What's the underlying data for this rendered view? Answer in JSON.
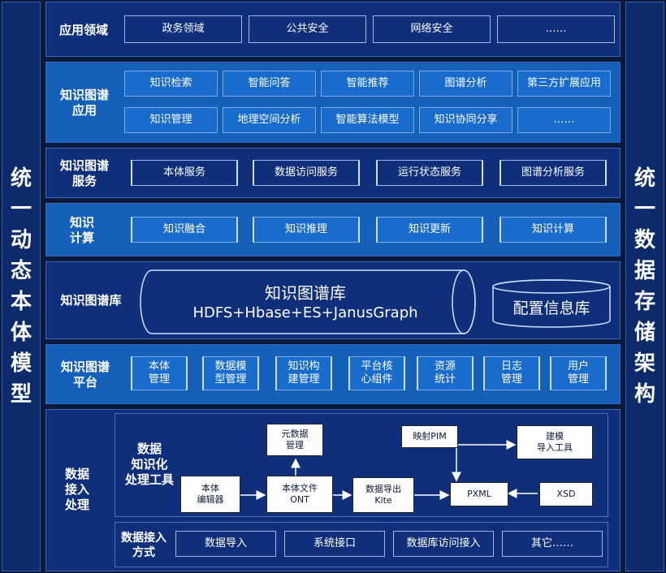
{
  "left_column": {
    "chars": [
      "统",
      "一",
      "动",
      "态",
      "本",
      "体",
      "模",
      "型"
    ]
  },
  "right_column": {
    "chars": [
      "统",
      "一",
      "数",
      "据",
      "存",
      "储",
      "架",
      "构"
    ]
  },
  "app_domain": {
    "label": "应用领域",
    "items": [
      "政务领域",
      "公共安全",
      "网络安全",
      "……"
    ]
  },
  "kg_app": {
    "label_lines": [
      "知识图谱",
      "应用"
    ],
    "row1": [
      "知识检索",
      "智能问答",
      "智能推荐",
      "图谱分析",
      "第三方扩展应用"
    ],
    "row2": [
      "知识管理",
      "地理空间分析",
      "智能算法模型",
      "知识协同分享",
      "……"
    ]
  },
  "kg_service": {
    "label_lines": [
      "知识图谱",
      "服务"
    ],
    "items": [
      "本体服务",
      "数据访问服务",
      "运行状态服务",
      "图谱分析服务"
    ]
  },
  "kg_compute": {
    "label_lines": [
      "知识",
      "计算"
    ],
    "items": [
      "知识融合",
      "知识推理",
      "知识更新",
      "知识计算"
    ]
  },
  "kg_store": {
    "label": "知识图谱库",
    "db_title": "知识图谱库",
    "db_sub": "HDFS+Hbase+ES+JanusGraph",
    "config_db": "配置信息库"
  },
  "kg_platform": {
    "label_lines": [
      "知识图谱",
      "平台"
    ],
    "items": [
      [
        "本体",
        "管理"
      ],
      [
        "数据模",
        "型管理"
      ],
      [
        "知识构",
        "建管理"
      ],
      [
        "平台核",
        "心组件"
      ],
      [
        "资源",
        "统计"
      ],
      [
        "日志",
        "管理"
      ],
      [
        "用户",
        "管理"
      ]
    ]
  },
  "data_access": {
    "label_lines": [
      "数据",
      "接入",
      "处理"
    ],
    "tool_label_lines": [
      "数据",
      "知识化",
      "处理工具"
    ],
    "flow": {
      "metadata": [
        "元数据",
        "管理"
      ],
      "editor": [
        "本体",
        "编辑器"
      ],
      "ontology_file": [
        "本体文件",
        "ONT"
      ],
      "data_export": [
        "数据导出",
        "Kite"
      ],
      "pxml": "PXML",
      "map_pim": "映射PIM",
      "modeling": [
        "建模",
        "导入工具"
      ],
      "xsd": "XSD"
    },
    "method_label_lines": [
      "数据接入",
      "方式"
    ],
    "methods": [
      "数据导入",
      "系统接口",
      "数据库访问接入",
      "其它……"
    ]
  }
}
